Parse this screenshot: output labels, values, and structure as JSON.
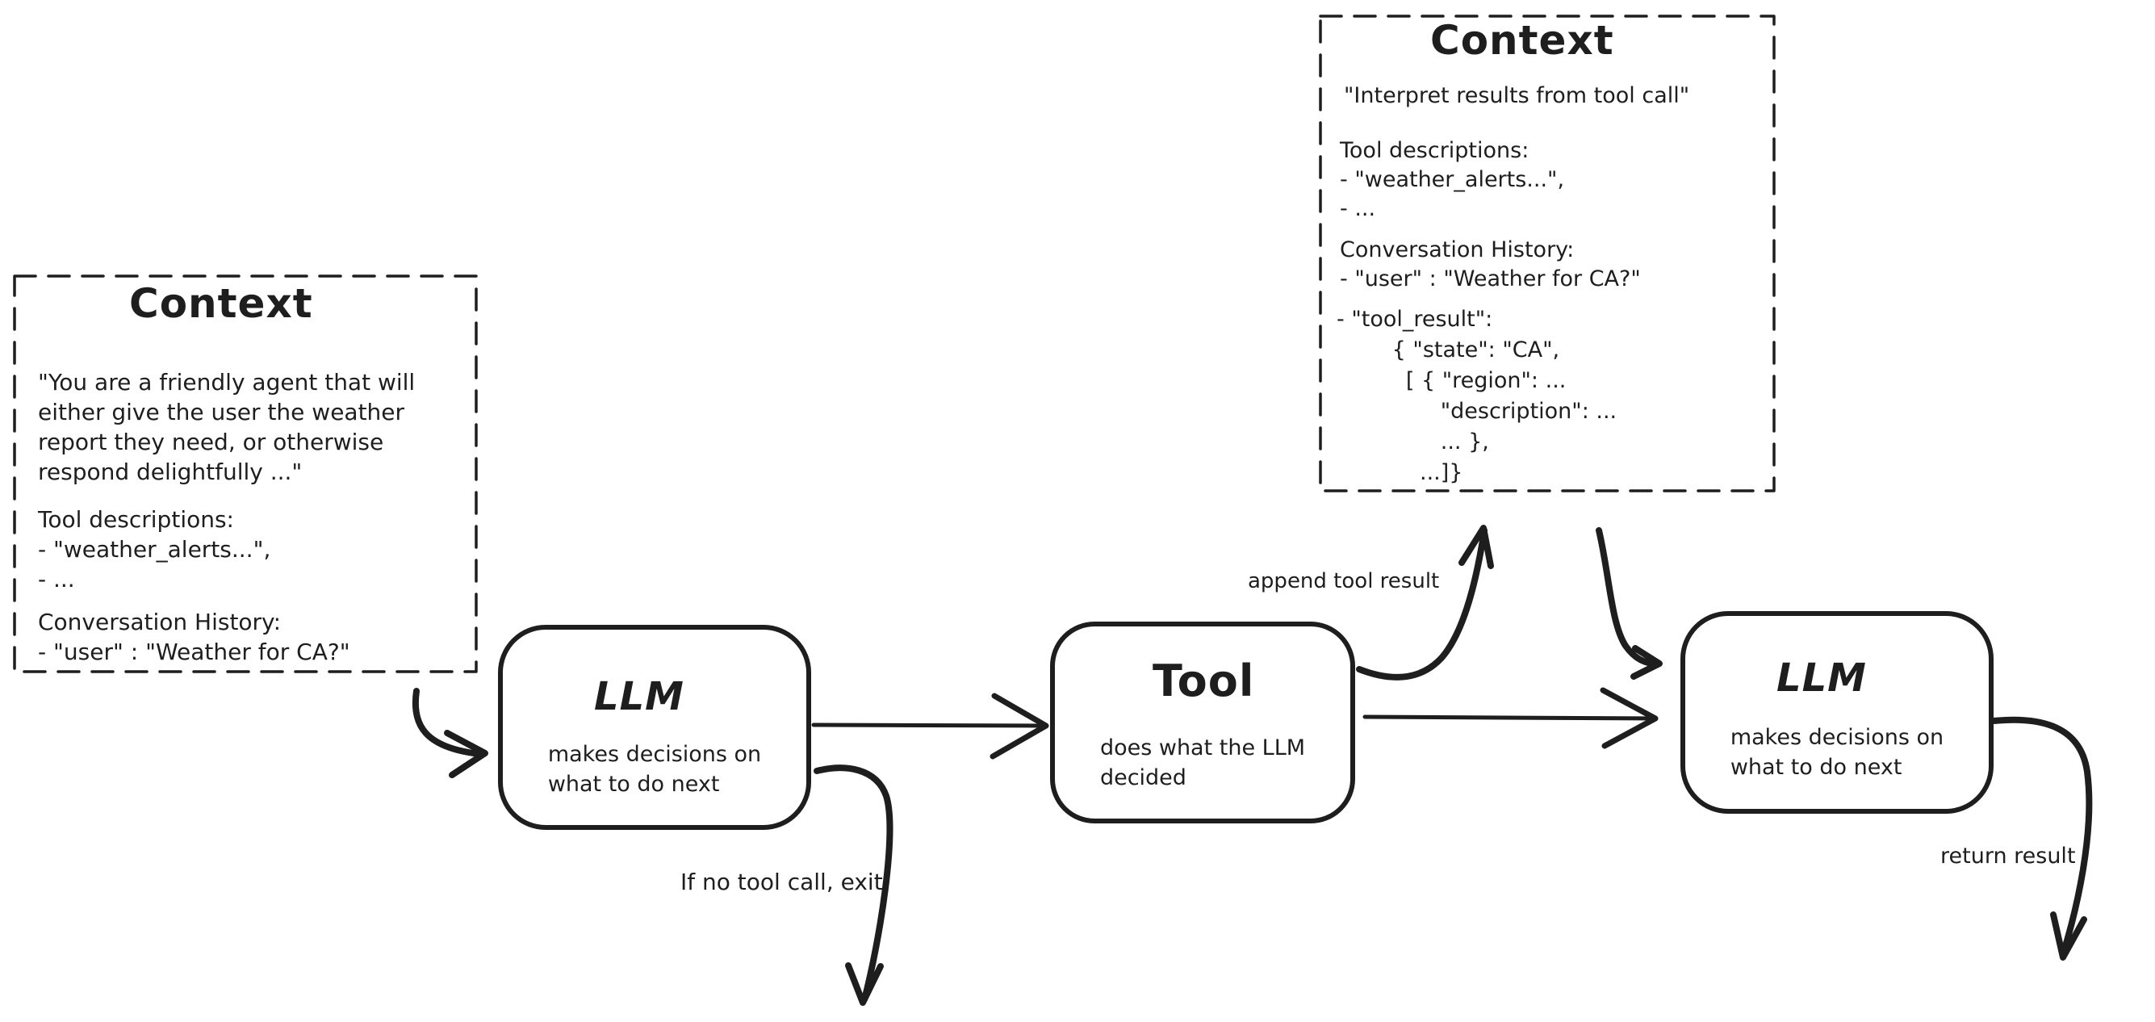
{
  "meta": {
    "ink_color": "#1e1e1e",
    "background_color": "#ffffff"
  },
  "context_left": {
    "title": "Context",
    "p1": "\"You are a friendly agent that will\neither give the user the weather\nreport they need, or otherwise\nrespond delightfully ...\"",
    "p2": "Tool descriptions:\n- \"weather_alerts...\",\n- ...",
    "p3": "Conversation History:\n- \"user\" : \"Weather for CA?\""
  },
  "context_top": {
    "title": "Context",
    "p1": "\"Interpret results from tool call\"",
    "p2": "Tool descriptions:\n- \"weather_alerts...\",\n- ...",
    "p3": "Conversation History:\n- \"user\" : \"Weather for CA?\"",
    "p4": "- \"tool_result\":\n        { \"state\": \"CA\",\n          [ { \"region\": ...\n               \"description\": ...\n               ... },\n            ...]}"
  },
  "nodes": {
    "llm1": {
      "title": "LLM",
      "subtitle": "makes decisions on\nwhat to do next"
    },
    "tool": {
      "title": "Tool",
      "subtitle": "does what the LLM\ndecided"
    },
    "llm2": {
      "title": "LLM",
      "subtitle": "makes decisions on\nwhat to do next"
    }
  },
  "labels": {
    "append_tool_result": "append tool result",
    "if_no_tool_call_exit": "If no tool call, exit",
    "return_result": "return result"
  }
}
